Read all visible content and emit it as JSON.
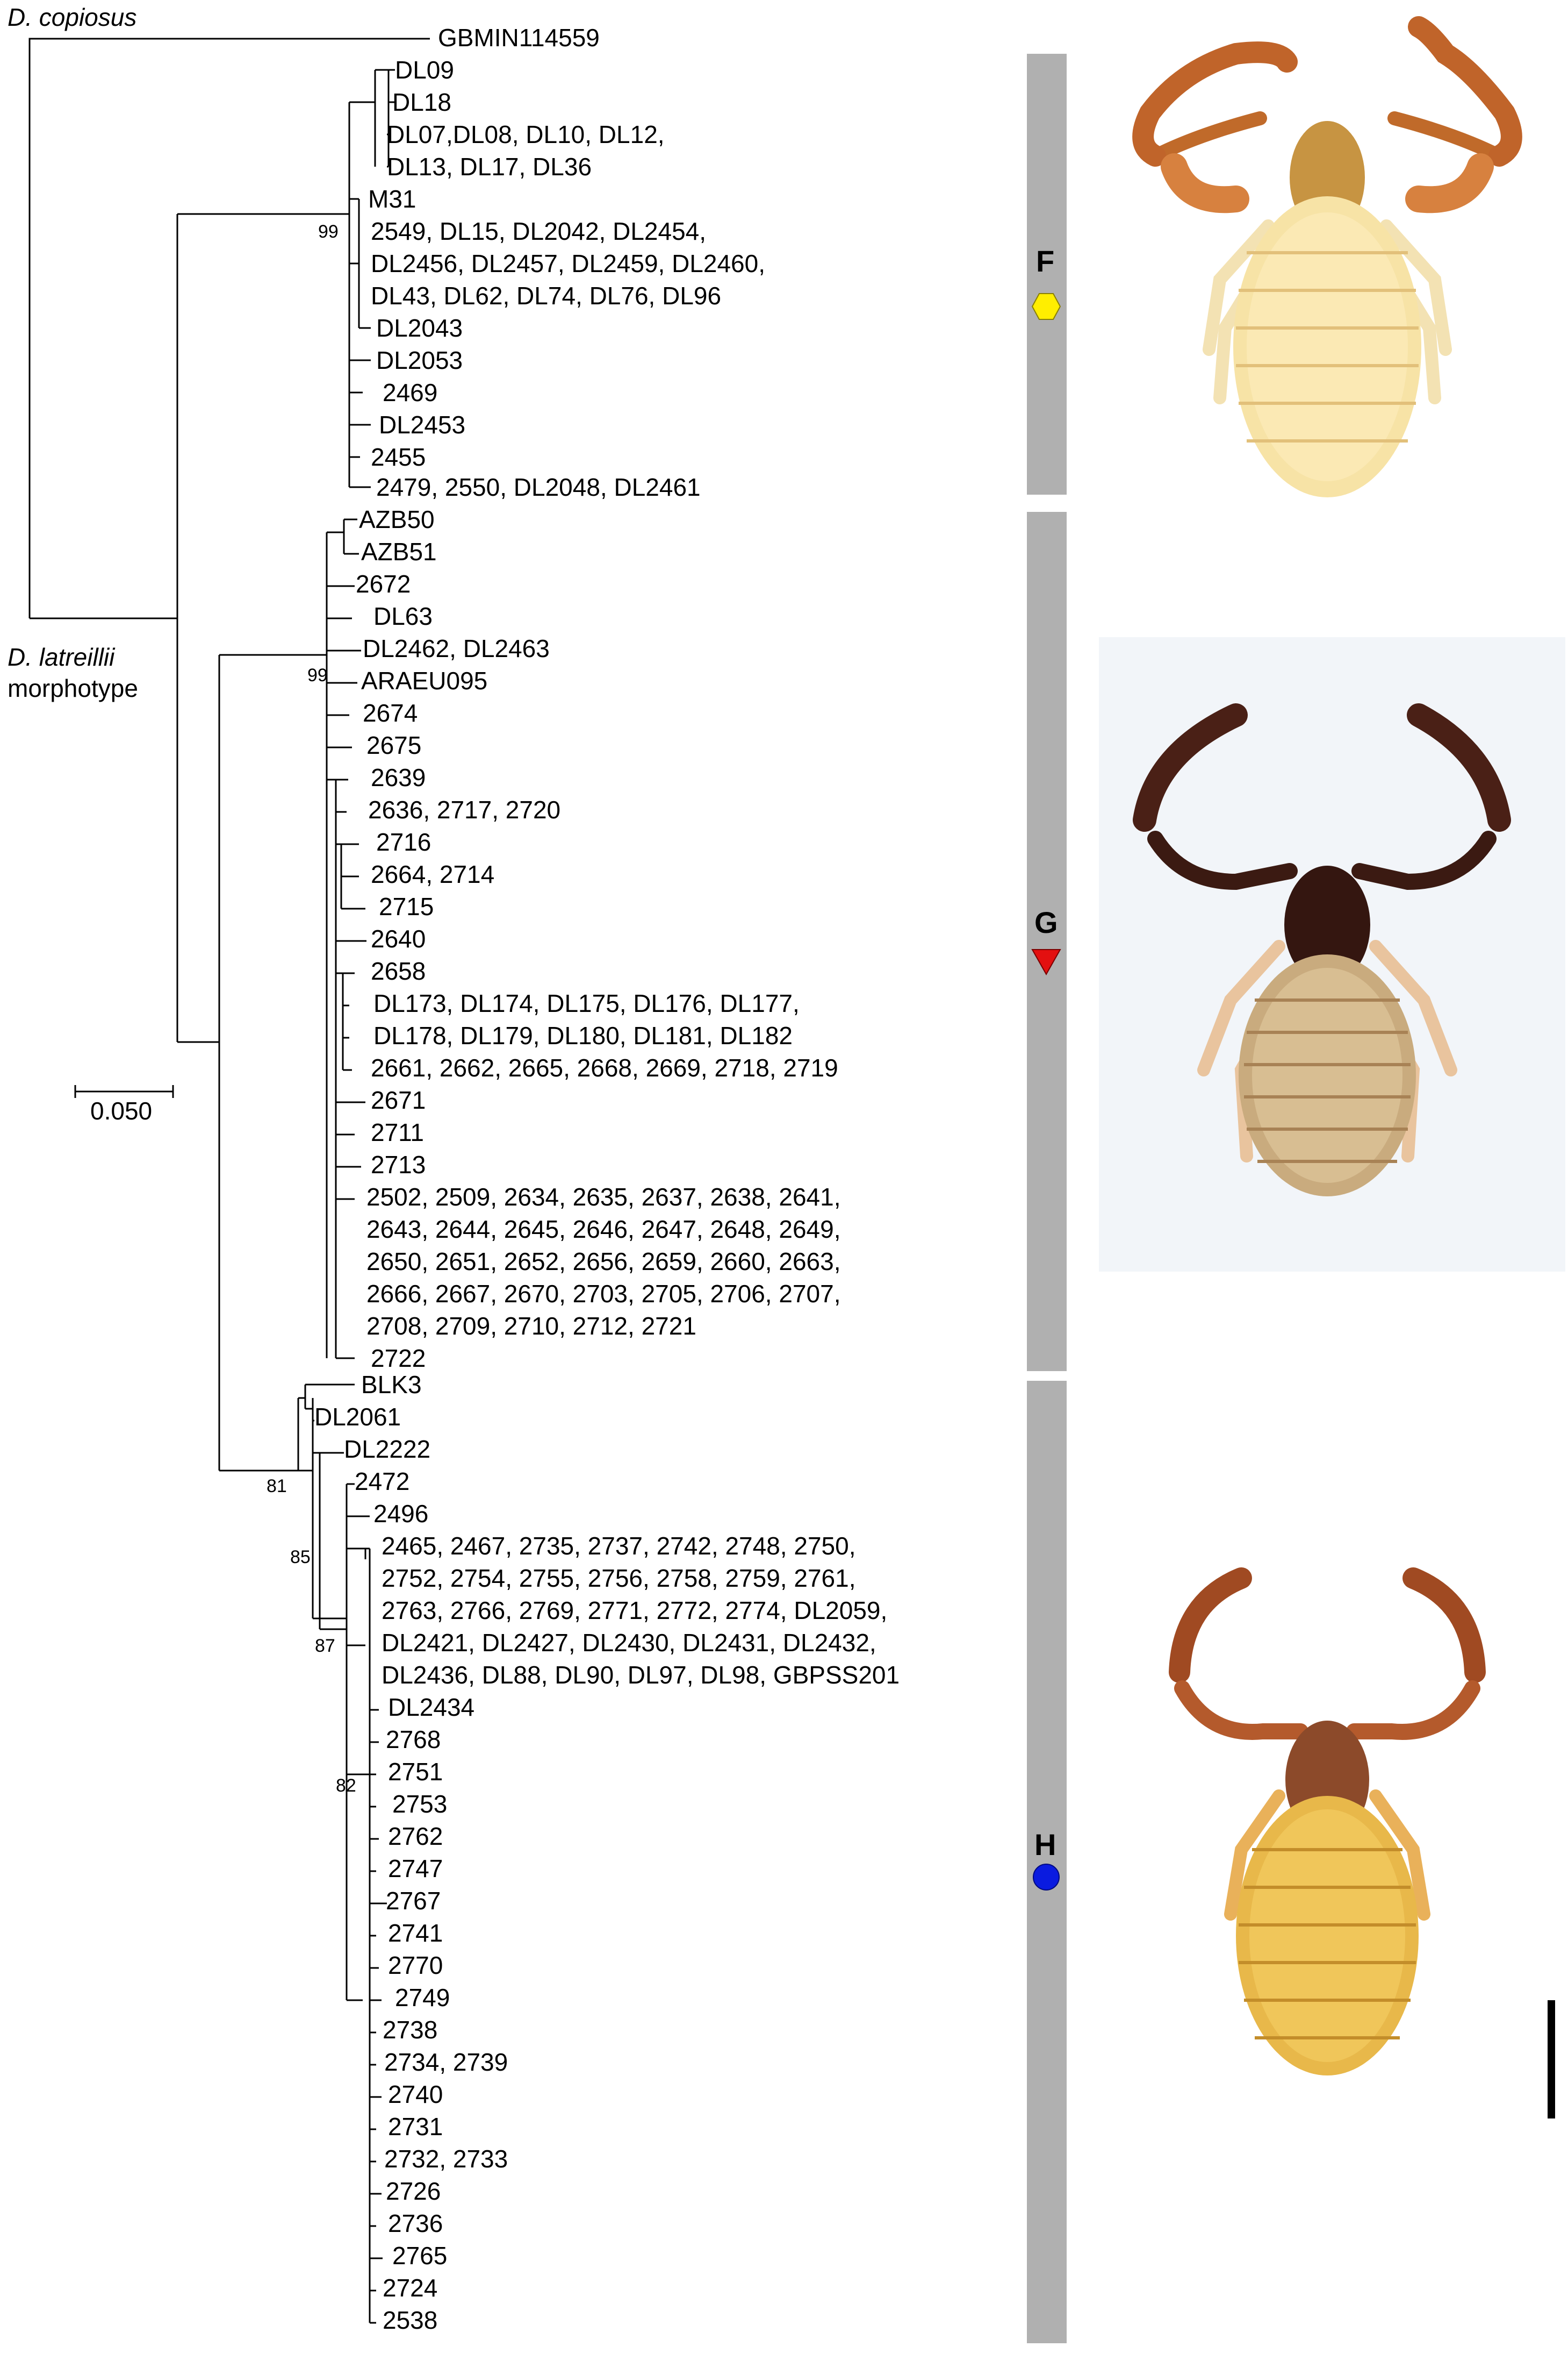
{
  "outgroup": {
    "name": "D. copiosus",
    "tip": "GBMIN114559"
  },
  "ingroup": {
    "name_italic": "D. latreillii",
    "name_rest": "morphotype"
  },
  "scale_bar": {
    "label": "0.050"
  },
  "clade_F": {
    "label": "F",
    "marker_color": "#ffee00",
    "marker_shape": "hexagon",
    "bootstrap": "99",
    "tips": [
      "DL09",
      "DL18",
      "DL07,DL08, DL10, DL12,",
      "DL13, DL17, DL36",
      "M31",
      "2549, DL15, DL2042, DL2454,",
      "DL2456, DL2457, DL2459, DL2460,",
      "DL43, DL62, DL74, DL76, DL96",
      "DL2043",
      "DL2053",
      "2469",
      "DL2453",
      "2455",
      "2479, 2550, DL2048, DL2461"
    ]
  },
  "clade_G": {
    "label": "G",
    "marker_color": "#e31010",
    "marker_shape": "triangle",
    "bootstrap": "99",
    "tips": [
      "AZB50",
      "AZB51",
      "2672",
      "DL63",
      "DL2462, DL2463",
      "ARAEU095",
      "2674",
      "2675",
      "2639",
      "2636, 2717, 2720",
      "2716",
      "2664, 2714",
      "2715",
      "2640",
      "2658",
      "DL173, DL174, DL175, DL176, DL177,",
      "DL178, DL179, DL180, DL181, DL182",
      "2661, 2662, 2665, 2668, 2669, 2718, 2719",
      "2671",
      "2711",
      "2713",
      "2502, 2509, 2634, 2635, 2637, 2638, 2641,",
      "2643, 2644, 2645, 2646, 2647, 2648, 2649,",
      "2650, 2651, 2652, 2656, 2659, 2660, 2663,",
      "2666, 2667, 2670, 2703, 2705, 2706, 2707,",
      "2708, 2709, 2710, 2712, 2721",
      "2722"
    ]
  },
  "clade_H": {
    "label": "H",
    "marker_color": "#0a1be0",
    "marker_shape": "circle",
    "bootstrap": [
      "81",
      "85",
      "87",
      "82"
    ],
    "tips": [
      "BLK3",
      "DL2061",
      "DL2222",
      "2472",
      "2496",
      "2465, 2467, 2735, 2737, 2742, 2748, 2750,",
      "2752, 2754, 2755, 2756, 2758, 2759, 2761,",
      "2763, 2766, 2769, 2771, 2772, 2774, DL2059,",
      "DL2421, DL2427, DL2430, DL2431, DL2432,",
      "DL2436, DL88, DL90, DL97, DL98, GBPSS201",
      "DL2434",
      "2768",
      "2751",
      "2753",
      "2762",
      "2747",
      "2767",
      "2741",
      "2770",
      "2749",
      "2738",
      "2734, 2739",
      "2740",
      "2731",
      "2732, 2733",
      "2726",
      "2736",
      "2765",
      "2724",
      "2538"
    ]
  },
  "colors": {
    "clade_bar": "#b0b0b0",
    "line": "#000000",
    "photo_bg": "#f2f5f9"
  }
}
